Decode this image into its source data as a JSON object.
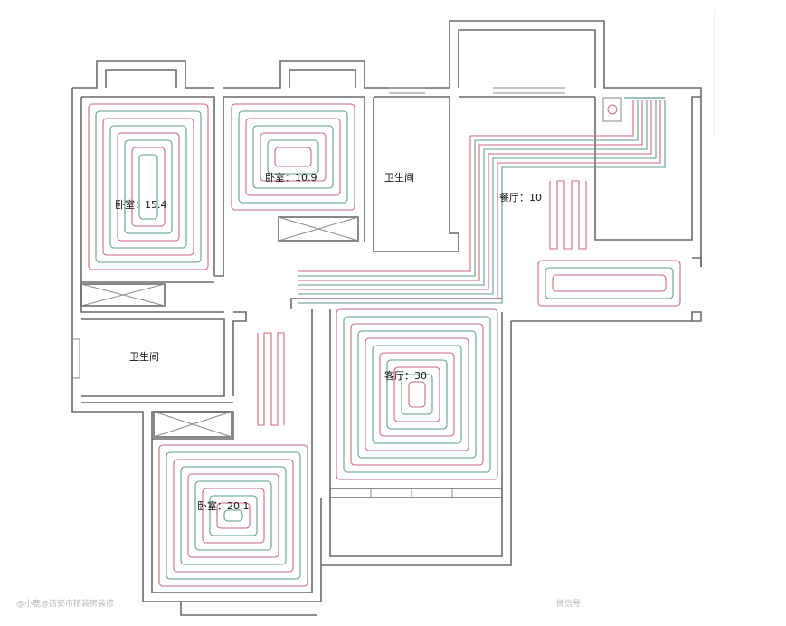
{
  "rooms": [
    {
      "id": "bedroom_1",
      "label": "卧室：15.4"
    },
    {
      "id": "bedroom_2",
      "label": "卧室：10.9"
    },
    {
      "id": "bathroom_1",
      "label": "卫生间"
    },
    {
      "id": "dining",
      "label": "餐厅：10"
    },
    {
      "id": "bathroom_2",
      "label": "卫生间"
    },
    {
      "id": "living",
      "label": "客厅：30"
    },
    {
      "id": "bedroom_3",
      "label": "卧室：20.1"
    }
  ],
  "watermark_left": "@小鹿@西安市精装房装修",
  "watermark_right": "微信号",
  "colors": {
    "supply_pipe": "#c96a78",
    "return_pipe": "#5f9e86",
    "wall": "#6a6a6a"
  }
}
